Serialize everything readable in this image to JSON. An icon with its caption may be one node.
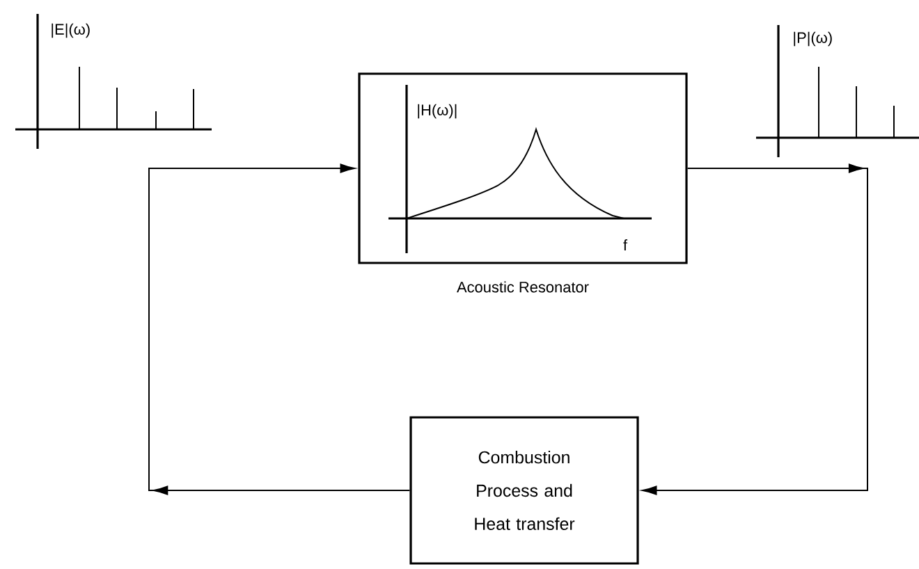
{
  "diagram": {
    "nodes": [
      {
        "text": [
          "Acoustic Resonator"
        ]
      },
      {
        "text": [
          "Combustion Process and Heat transfer"
        ]
      }
    ],
    "edges": [
      {
        "from": 0,
        "to": 1,
        "arrow": "to"
      },
      {
        "from": 1,
        "to": 0,
        "arrow": "to"
      }
    ],
    "labels": [
      "|E|(ω)",
      "|H(ω)|",
      "f",
      "|P|(ω)"
    ]
  }
}
